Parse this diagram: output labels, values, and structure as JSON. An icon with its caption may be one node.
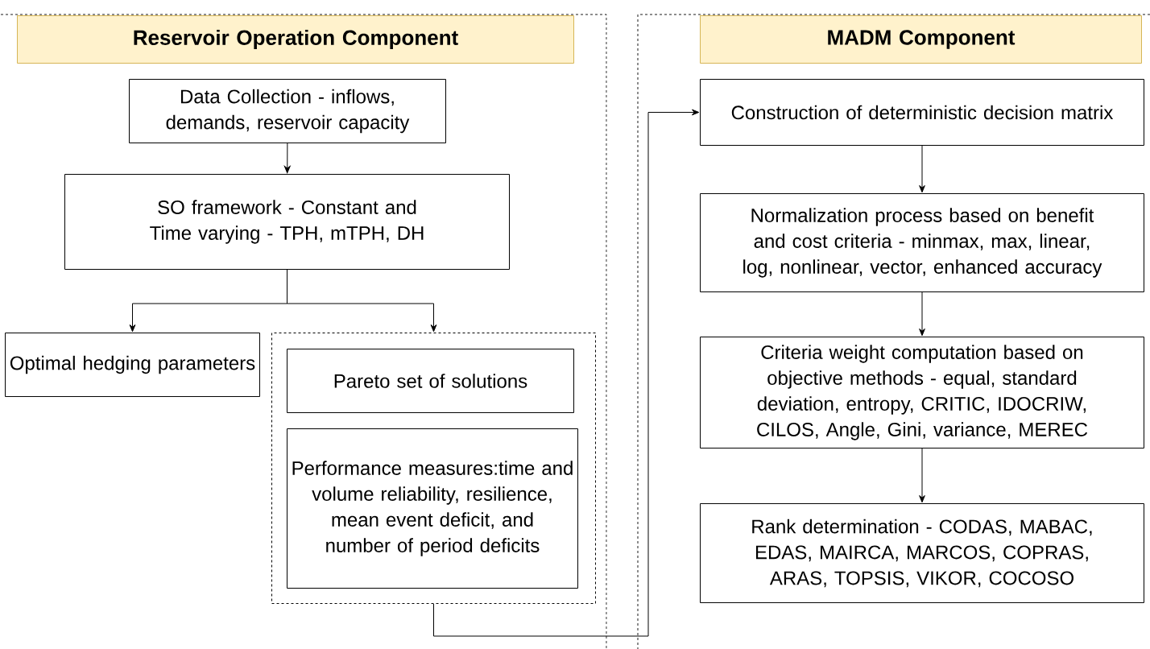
{
  "diagram": {
    "nodes": [
      {
        "text": [],
        "shape": "box"
      },
      {
        "text": [
          "Reservoir Operation Component"
        ],
        "in": 0
      },
      {
        "text": [
          "Data Collection - inflows, demands, reservoir capacity"
        ],
        "in": 0
      },
      {
        "text": [
          "SO framework - Constant and Time varying - TPH, mTPH, DH"
        ],
        "in": 0
      },
      {
        "text": [
          "Optimal hedging parameters"
        ],
        "in": 0
      },
      {
        "text": [],
        "shape": "box",
        "in": 0
      },
      {
        "text": [
          "Pareto set of solutions"
        ],
        "in": 5
      },
      {
        "text": [
          "Performance measures:time and volume reliability, resilience, mean event deficit, and number of period deficits"
        ],
        "in": 5
      },
      {
        "text": [],
        "shape": "box"
      },
      {
        "text": [
          "MADM Component"
        ],
        "in": 8
      },
      {
        "text": [
          "Construction of deterministic decision matrix"
        ],
        "in": 8
      },
      {
        "text": [
          "Normalization process based on benefit and cost criteria - minmax, max, linear, log, nonlinear, vector, enhanced accuracy"
        ],
        "in": 8
      },
      {
        "text": [
          "Criteria weight computation based on objective methods - equal, standard deviation, entropy, CRITIC, IDOCRIW, CILOS, Angle, Gini, variance, MEREC"
        ],
        "in": 8
      },
      {
        "text": [
          "Rank determination - CODAS, MABAC, EDAS, MAIRCA, MARCOS, COPRAS, ARAS, TOPSIS, VIKOR, COCOSO"
        ],
        "in": 8
      }
    ],
    "edges": [
      {
        "from": 2,
        "to": 3,
        "arrow": "to"
      },
      {
        "from": 3,
        "to": 4,
        "arrow": "to"
      },
      {
        "from": 3,
        "to": 5,
        "arrow": "to"
      },
      {
        "from": 5,
        "to": 10,
        "arrow": "to"
      },
      {
        "from": 10,
        "to": 11,
        "arrow": "to"
      },
      {
        "from": 11,
        "to": 12,
        "arrow": "to"
      },
      {
        "from": 12,
        "to": 13,
        "arrow": "to"
      }
    ]
  }
}
